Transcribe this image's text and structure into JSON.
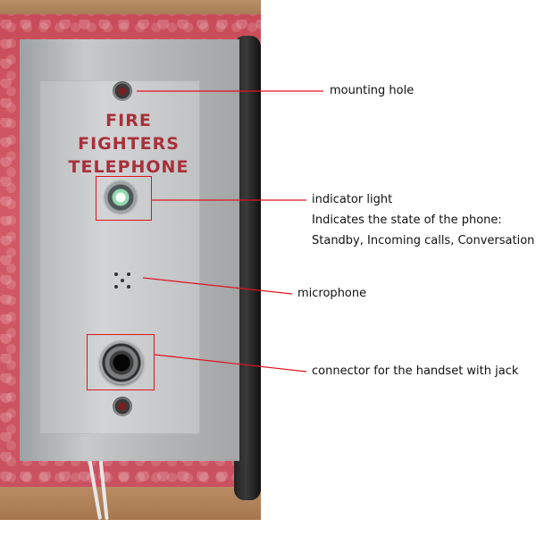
{
  "photo": {
    "plate_text": [
      "FIRE",
      "FIGHTERS",
      "TELEPHONE"
    ]
  },
  "annotations": {
    "mounting_hole": "mounting hole",
    "indicator_light": "indicator light",
    "indicator_desc_1": "Indicates the state of the phone:",
    "indicator_desc_2": "Standby, Incoming calls, Conversation",
    "microphone": "microphone",
    "connector": "connector for the handset with jack"
  },
  "colors": {
    "leader_line": "#e0141e",
    "plate_text": "#a8303a"
  }
}
